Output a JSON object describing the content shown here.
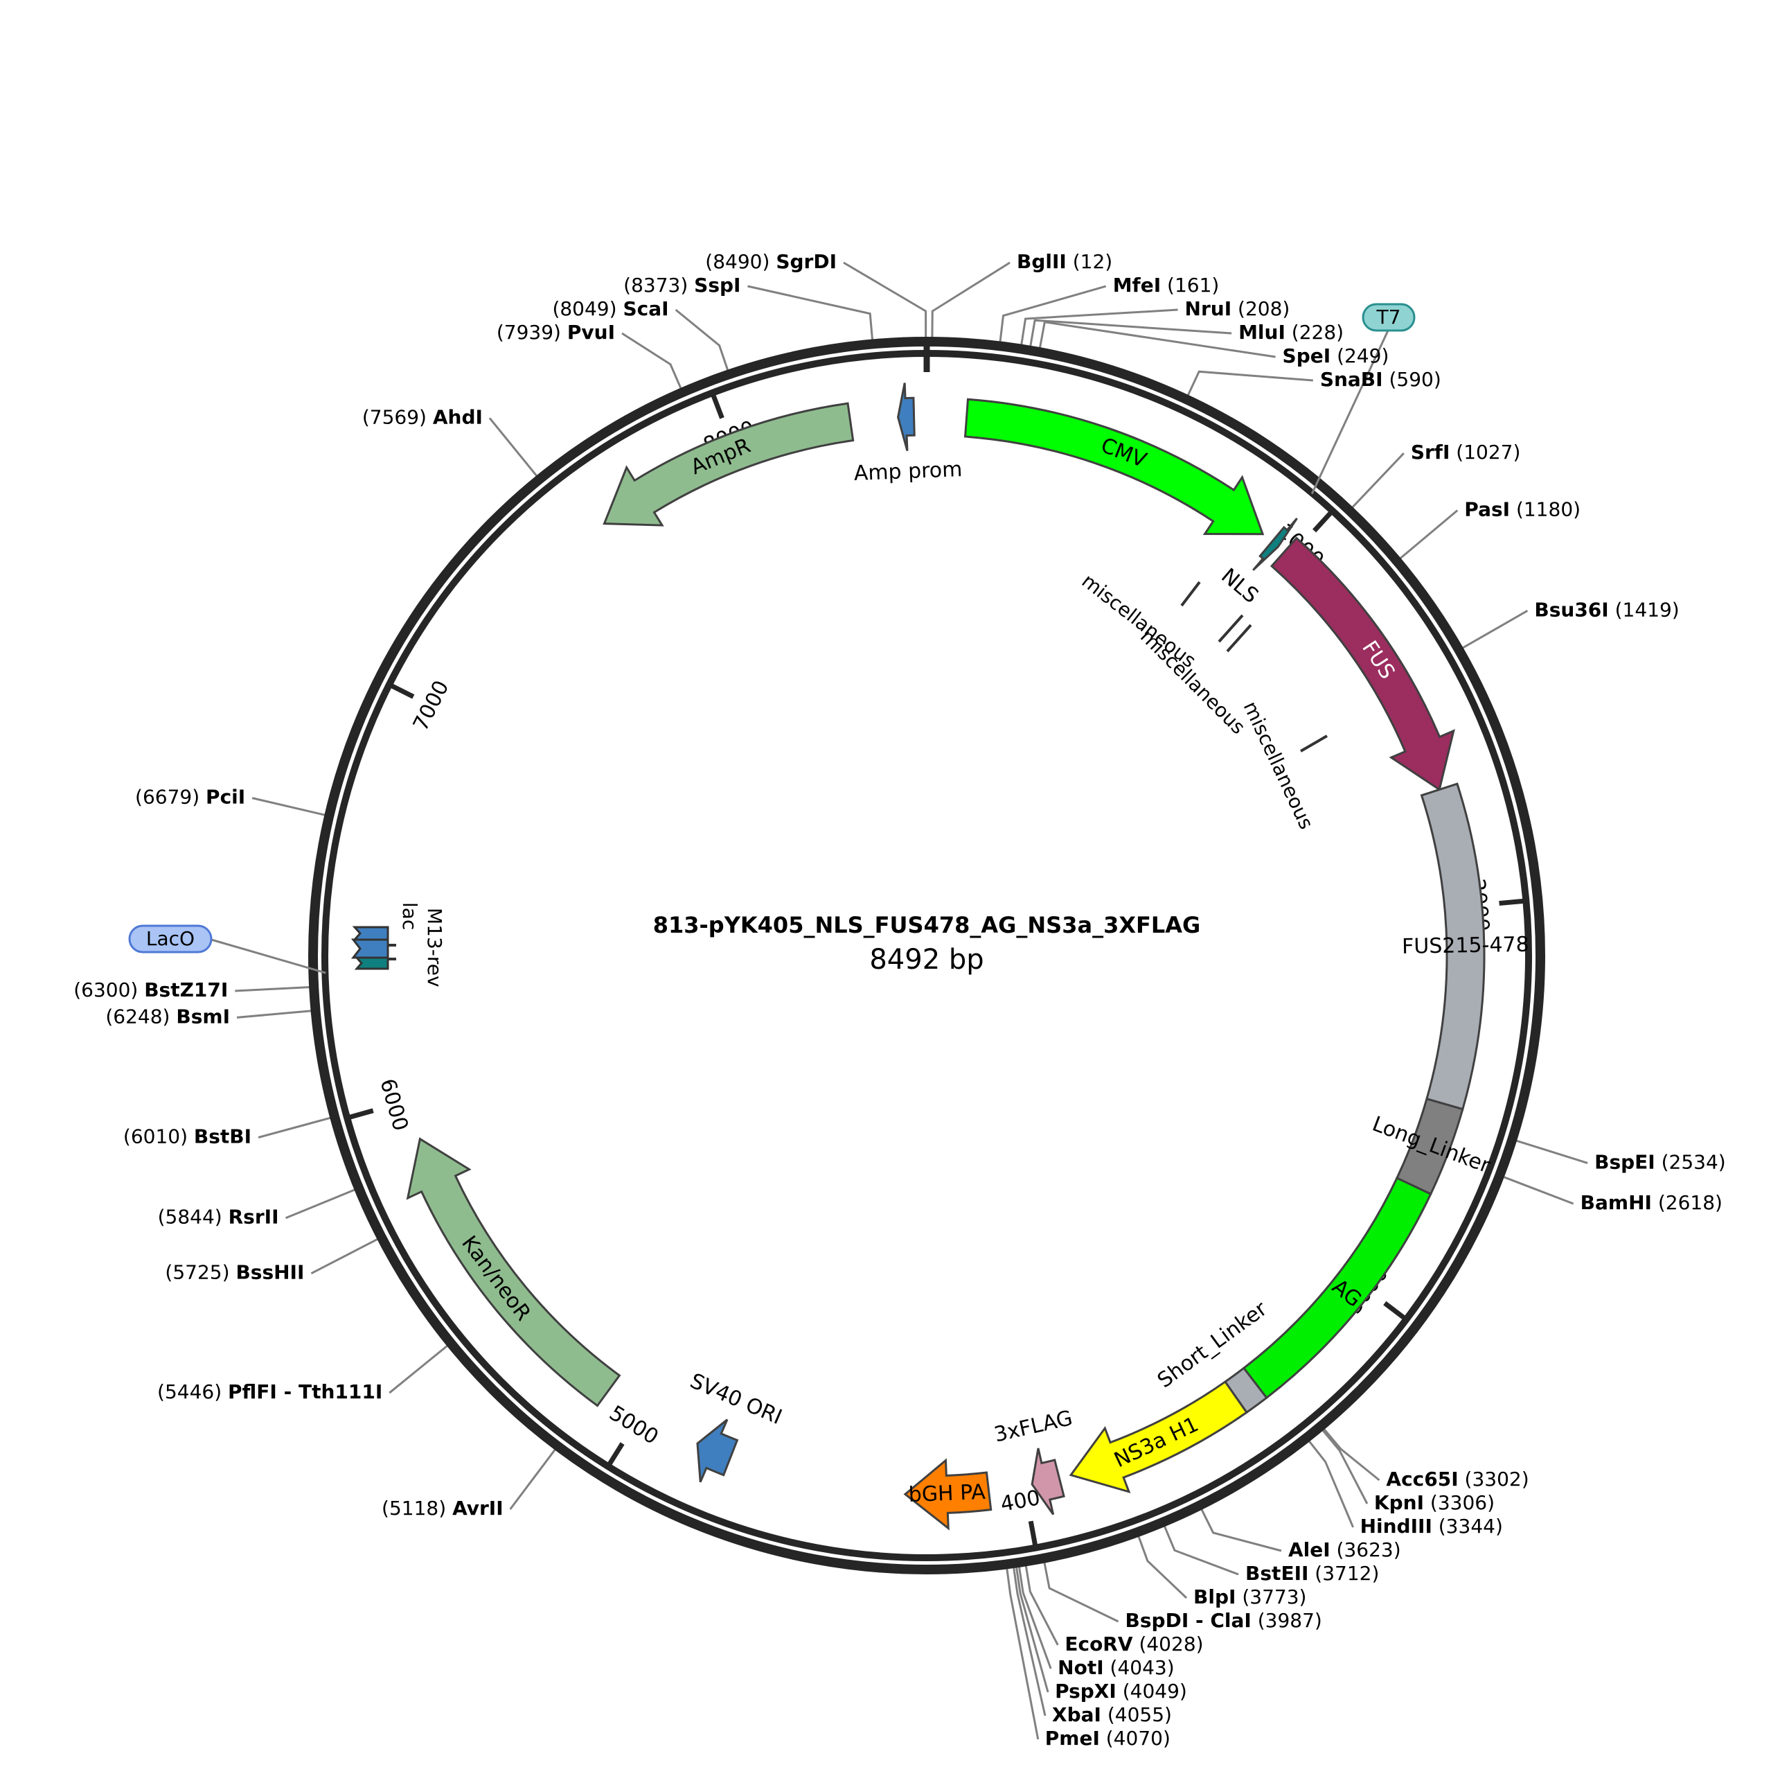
{
  "plasmid": {
    "name": "813-pYK405_NLS_FUS478_AG_NS3a_3XFLAG",
    "size_label": "8492 bp",
    "total_bp": 8492
  },
  "ticks": [
    {
      "bp": 1000,
      "label": "1000"
    },
    {
      "bp": 2000,
      "label": "2000"
    },
    {
      "bp": 3000,
      "label": "3000"
    },
    {
      "bp": 4000,
      "label": "4000"
    },
    {
      "bp": 5000,
      "label": "5000"
    },
    {
      "bp": 6000,
      "label": "6000"
    },
    {
      "bp": 7000,
      "label": "7000"
    },
    {
      "bp": 8000,
      "label": "8000"
    }
  ],
  "features": [
    {
      "name": "CMV",
      "start": 100,
      "end": 910,
      "strand": 1,
      "color": "#00ff00",
      "text_color": "#000000"
    },
    {
      "name": "NLS",
      "start": 940,
      "end": 960,
      "strand": 1,
      "color": "#0f7f7f",
      "text_color": "#000000"
    },
    {
      "name": "FUS",
      "start": 980,
      "end": 1700,
      "strand": 1,
      "color": "#9b2d5f",
      "text_color": "#ffffff"
    },
    {
      "name": "FUS215-478",
      "start": 1700,
      "end": 2500,
      "strand": 0,
      "color": "#a9adb4",
      "text_color": "#000000"
    },
    {
      "name": "Long_Linker",
      "start": 2500,
      "end": 2720,
      "strand": 0,
      "color": "#808080",
      "text_color": "#000000"
    },
    {
      "name": "AG",
      "start": 2720,
      "end": 3360,
      "strand": 0,
      "color": "#00ee00",
      "text_color": "#000000"
    },
    {
      "name": "Short_Linker",
      "start": 3360,
      "end": 3420,
      "strand": 0,
      "color": "#a9adb4",
      "text_color": "#000000"
    },
    {
      "name": "NS3a H1",
      "start": 3420,
      "end": 3880,
      "strand": 1,
      "color": "#ffff00",
      "text_color": "#000000"
    },
    {
      "name": "3xFLAG",
      "start": 3910,
      "end": 3980,
      "strand": 1,
      "color": "#d196aa",
      "text_color": "#000000"
    },
    {
      "name": "bGH PA",
      "start": 4090,
      "end": 4300,
      "strand": 1,
      "color": "#ff7f00",
      "text_color": "#000000"
    },
    {
      "name": "SV40 ORI",
      "start": 4750,
      "end": 4840,
      "strand": 1,
      "color": "#3f7fbf",
      "text_color": "#000000"
    },
    {
      "name": "Kan/neoR",
      "start": 5100,
      "end": 5900,
      "strand": 1,
      "color": "#8fbc8f",
      "text_color": "#000000"
    },
    {
      "name": "AmpR",
      "start": 7625,
      "end": 8300,
      "strand": -1,
      "color": "#8fbc8f",
      "text_color": "#000000"
    },
    {
      "name": "Amp prom",
      "start": 8420,
      "end": 8460,
      "strand": -1,
      "color": "#3f7fbf",
      "text_color": "#000000"
    }
  ],
  "small_features": {
    "lac_label": "lac",
    "m13_label": "M13-rev",
    "lac_color": "#3f7fbf",
    "m13_color": "#0f7f7f",
    "misc_label": "miscellaneous"
  },
  "markers": [
    {
      "name": "T7",
      "bp": 940,
      "bg": "#8fd3d3",
      "border": "#2a8f8f"
    },
    {
      "name": "LacO",
      "bp": 6330,
      "bg": "#a9c4f5",
      "border": "#4f79d6"
    }
  ],
  "sites": [
    {
      "name": "BglII",
      "pos": "12",
      "bp": 12
    },
    {
      "name": "MfeI",
      "pos": "161",
      "bp": 161
    },
    {
      "name": "NruI",
      "pos": "208",
      "bp": 208
    },
    {
      "name": "MluI",
      "pos": "228",
      "bp": 228
    },
    {
      "name": "SpeI",
      "pos": "249",
      "bp": 249
    },
    {
      "name": "SnaBI",
      "pos": "590",
      "bp": 590
    },
    {
      "name": "SrfI",
      "pos": "1027",
      "bp": 1027
    },
    {
      "name": "PasI",
      "pos": "1180",
      "bp": 1180
    },
    {
      "name": "Bsu36I",
      "pos": "1419",
      "bp": 1419
    },
    {
      "name": "BspEI",
      "pos": "2534",
      "bp": 2534
    },
    {
      "name": "BamHI",
      "pos": "2618",
      "bp": 2618
    },
    {
      "name": "Acc65I",
      "pos": "3302",
      "bp": 3302
    },
    {
      "name": "KpnI",
      "pos": "3306",
      "bp": 3306
    },
    {
      "name": "HindIII",
      "pos": "3344",
      "bp": 3344
    },
    {
      "name": "AleI",
      "pos": "3623",
      "bp": 3623
    },
    {
      "name": "BstEII",
      "pos": "3712",
      "bp": 3712
    },
    {
      "name": "BlpI",
      "pos": "3773",
      "bp": 3773
    },
    {
      "name": "BspDI - ClaI",
      "pos": "3987",
      "bp": 3987
    },
    {
      "name": "EcoRV",
      "pos": "4028",
      "bp": 4028
    },
    {
      "name": "NotI",
      "pos": "4043",
      "bp": 4043
    },
    {
      "name": "PspXI",
      "pos": "4049",
      "bp": 4049
    },
    {
      "name": "XbaI",
      "pos": "4055",
      "bp": 4055
    },
    {
      "name": "PmeI",
      "pos": "4070",
      "bp": 4070
    },
    {
      "name": "AvrII",
      "pos": "5118",
      "bp": 5118
    },
    {
      "name": "PflFI - Tth111I",
      "pos": "5446",
      "bp": 5446
    },
    {
      "name": "BssHII",
      "pos": "5725",
      "bp": 5725
    },
    {
      "name": "RsrII",
      "pos": "5844",
      "bp": 5844
    },
    {
      "name": "BstBI",
      "pos": "6010",
      "bp": 6010
    },
    {
      "name": "BsmI",
      "pos": "6248",
      "bp": 6248
    },
    {
      "name": "BstZ17I",
      "pos": "6300",
      "bp": 6300
    },
    {
      "name": "PciI",
      "pos": "6679",
      "bp": 6679
    },
    {
      "name": "AhdI",
      "pos": "7569",
      "bp": 7569
    },
    {
      "name": "PvuI",
      "pos": "7939",
      "bp": 7939
    },
    {
      "name": "ScaI",
      "pos": "8049",
      "bp": 8049
    },
    {
      "name": "SspI",
      "pos": "8373",
      "bp": 8373
    },
    {
      "name": "SgrDI",
      "pos": "8490",
      "bp": 8490
    }
  ]
}
